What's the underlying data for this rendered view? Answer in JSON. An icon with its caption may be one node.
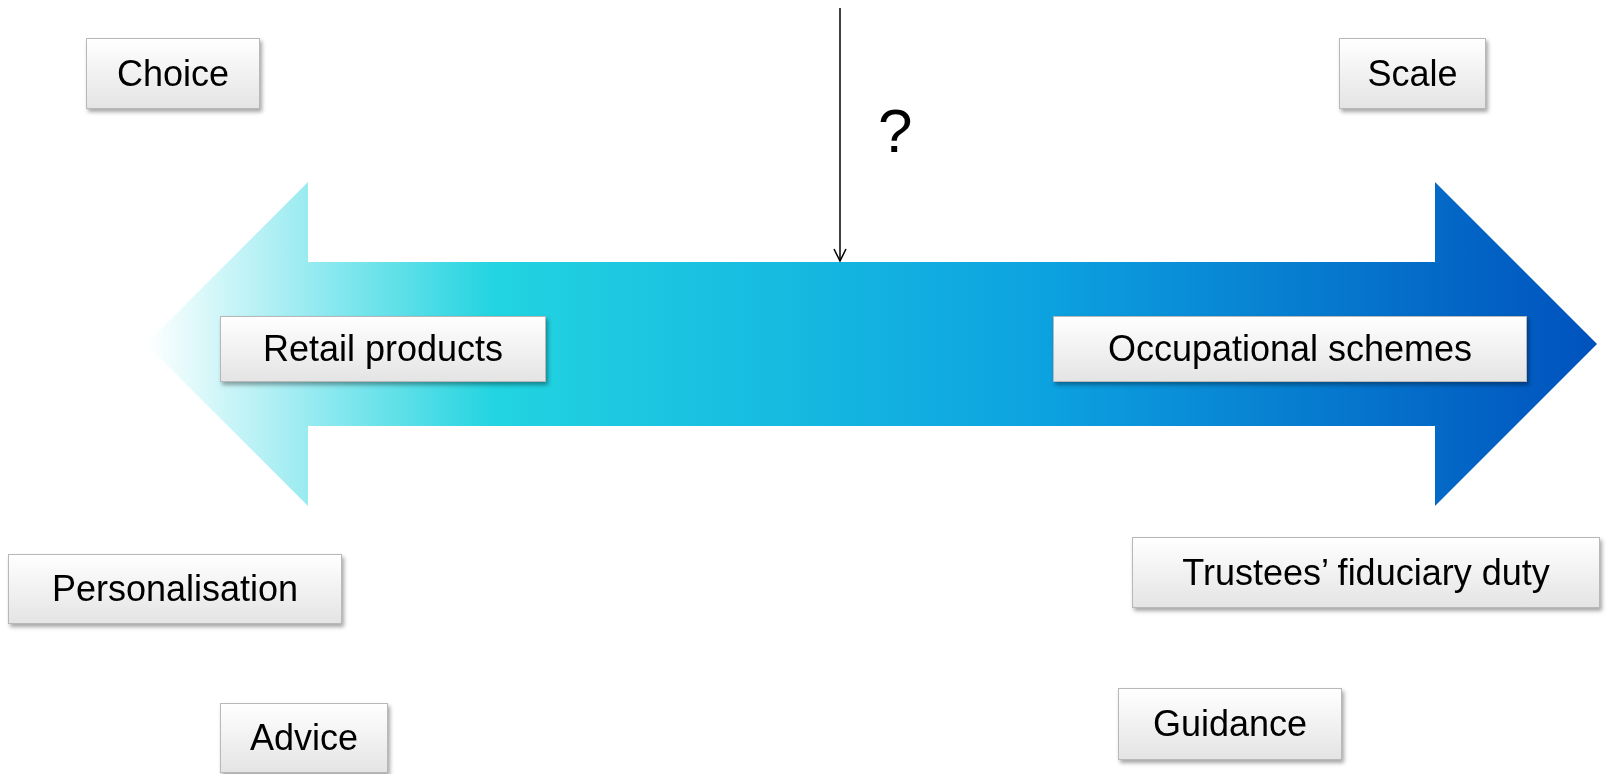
{
  "diagram": {
    "nodes": [
      {
        "text": [
          "Choice"
        ]
      },
      {
        "text": [
          "Scale"
        ]
      },
      {
        "text": [],
        "shape": "arrow"
      },
      {
        "text": [
          "Retail products"
        ],
        "in": 2
      },
      {
        "text": [
          "Occupational schemes"
        ],
        "in": 2
      },
      {
        "text": [
          "Personalisation"
        ]
      },
      {
        "text": [
          "Trustees’ fiduciary duty"
        ]
      },
      {
        "text": [
          "Advice"
        ]
      },
      {
        "text": [
          "Guidance"
        ]
      }
    ],
    "edges": [
      {
        "from": null,
        "to": 2,
        "arrow": "to",
        "label": "?"
      }
    ]
  }
}
